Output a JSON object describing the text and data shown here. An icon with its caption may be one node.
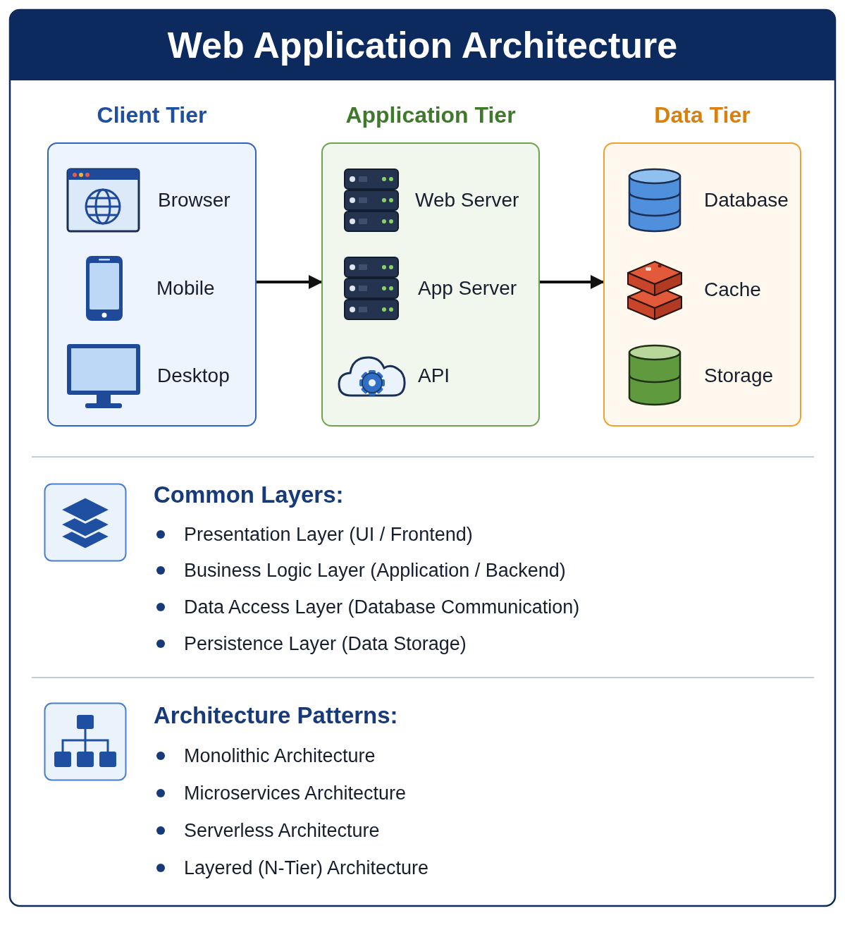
{
  "diagram": {
    "title": "Web Application Architecture",
    "nodes": [
      {
        "text": [
          "Client Tier"
        ]
      },
      {
        "text": [
          "Browser"
        ],
        "in": 0
      },
      {
        "text": [
          "Mobile"
        ],
        "in": 0
      },
      {
        "text": [
          "Desktop"
        ],
        "in": 0
      },
      {
        "text": [
          "Application Tier"
        ]
      },
      {
        "text": [
          "Web Server"
        ],
        "in": 4
      },
      {
        "text": [
          "App Server"
        ],
        "in": 4
      },
      {
        "text": [
          "API"
        ],
        "in": 4
      },
      {
        "text": [
          "Data Tier"
        ]
      },
      {
        "text": [
          "Database"
        ],
        "in": 8
      },
      {
        "text": [
          "Cache"
        ],
        "in": 8
      },
      {
        "text": [
          "Storage"
        ],
        "in": 8
      }
    ],
    "edges": [
      {
        "from": 0,
        "to": 4,
        "arrow": "to"
      },
      {
        "from": 4,
        "to": 8,
        "arrow": "to"
      }
    ],
    "labels": [
      "Common Layers:",
      "Presentation Layer (UI / Frontend)",
      "Business Logic Layer (Application / Backend)",
      "Data Access Layer (Database Communication)",
      "Persistence Layer (Data Storage)",
      "Architecture Patterns:",
      "Monolithic Architecture",
      "Microservices Architecture",
      "Serverless Architecture",
      "Layered (N-Tier) Architecture"
    ]
  }
}
